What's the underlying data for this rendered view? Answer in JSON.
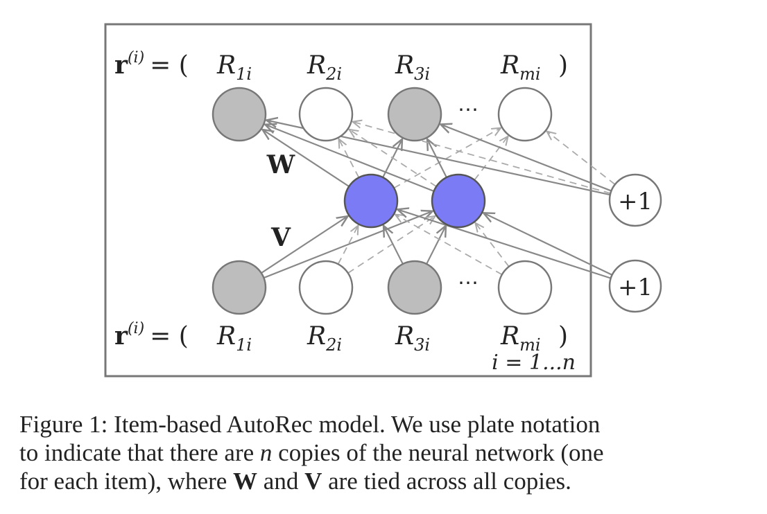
{
  "diagram": {
    "top_row_label": {
      "vector": "r",
      "superscript": "(i)",
      "equals_open": "= (",
      "items": [
        {
          "base": "R",
          "sub": "1i"
        },
        {
          "base": "R",
          "sub": "2i"
        },
        {
          "base": "R",
          "sub": "3i"
        },
        {
          "base": "R",
          "sub": "mi"
        }
      ],
      "close": ")"
    },
    "bottom_row_label": {
      "vector": "r",
      "superscript": "(i)",
      "equals_open": "= (",
      "items": [
        {
          "base": "R",
          "sub": "1i"
        },
        {
          "base": "R",
          "sub": "2i"
        },
        {
          "base": "R",
          "sub": "3i"
        },
        {
          "base": "R",
          "sub": "mi"
        }
      ],
      "close": ")"
    },
    "ellipsis": "⋯",
    "weight_labels": {
      "decoder": "W",
      "encoder": "V"
    },
    "bias_labels": [
      "+1",
      "+1"
    ],
    "plate_index": "i = 1...n",
    "node_states": {
      "output": [
        "observed",
        "missing",
        "observed",
        "missing"
      ],
      "hidden": [
        "hidden",
        "hidden"
      ],
      "input": [
        "observed",
        "missing",
        "observed",
        "missing"
      ]
    },
    "colors": {
      "observed": "#bdbdbd",
      "missing": "#ffffff",
      "hidden": "#7b7bf5",
      "edge": "#888888",
      "plate": "#777777"
    }
  },
  "caption": {
    "line1": "Figure 1: Item-based AutoRec model. We use plate notation",
    "line2_a": "to indicate that there are ",
    "line2_n": "n",
    "line2_b": " copies of the neural network (one",
    "line3_a": "for each item), where ",
    "line3_w": "W",
    "line3_mid": " and ",
    "line3_v": "V",
    "line3_b": " are tied across all copies."
  }
}
